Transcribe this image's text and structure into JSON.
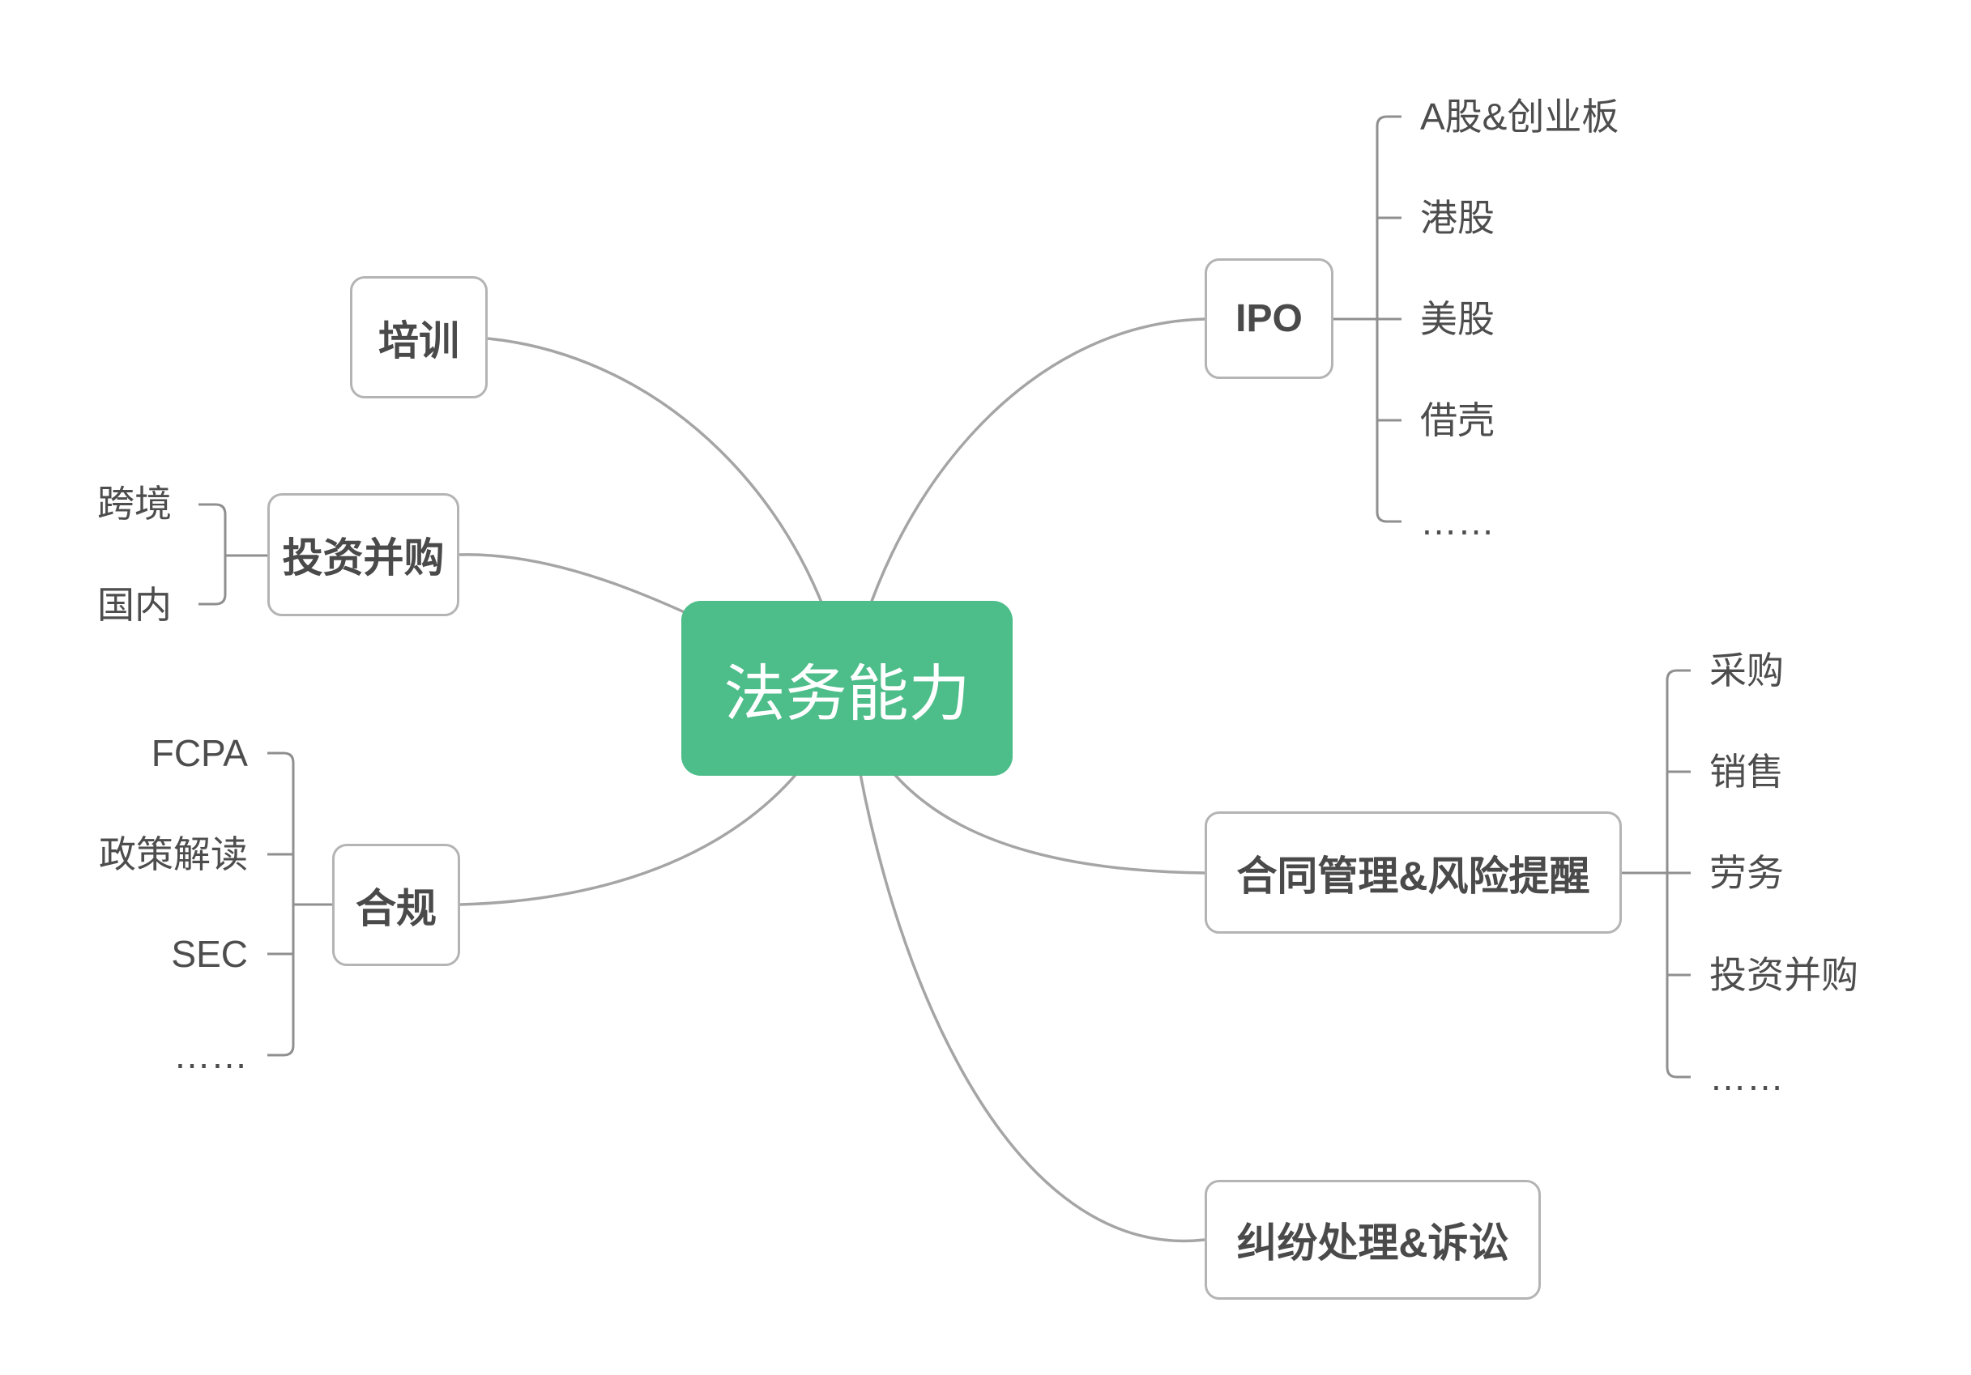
{
  "root": {
    "label": "法务能力"
  },
  "branches": {
    "training": {
      "label": "培训",
      "children": []
    },
    "invest": {
      "label": "投资并购",
      "children": [
        "跨境",
        "国内"
      ]
    },
    "compliance": {
      "label": "合规",
      "children": [
        "FCPA",
        "政策解读",
        "SEC",
        "……"
      ]
    },
    "ipo": {
      "label": "IPO",
      "children": [
        "A股&创业板",
        "港股",
        "美股",
        "借壳",
        "……"
      ]
    },
    "contract": {
      "label": "合同管理&风险提醒",
      "children": [
        "采购",
        "销售",
        "劳务",
        "投资并购",
        "……"
      ]
    },
    "dispute": {
      "label": "纠纷处理&诉讼",
      "children": []
    }
  },
  "colors": {
    "root_background": "#4dbd8a",
    "root_text": "#ffffff",
    "box_border": "#b4b4b4",
    "box_text": "#4a4a4a",
    "leaf_text": "#4d4d4d",
    "curve_line": "#a5a5a5",
    "bracket_line": "#8f8f8f",
    "background": "#ffffff"
  }
}
